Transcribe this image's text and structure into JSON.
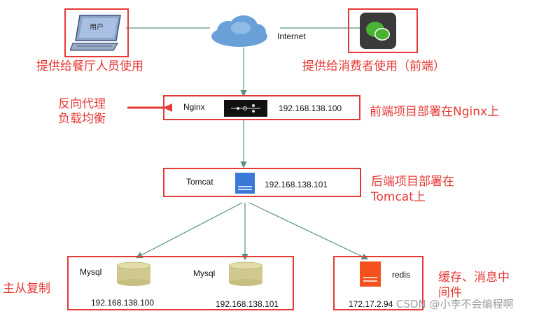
{
  "nodes": {
    "pc": {
      "screen_label": "用户",
      "caption": "提供给餐厅人员使用"
    },
    "internet": {
      "label": "Internet"
    },
    "wechat": {
      "caption": "提供给消费者使用（前端）"
    },
    "nginx": {
      "name": "Nginx",
      "ip": "192.168.138.100",
      "note": "前端项目部署在Nginx上",
      "side_note_line1": "反向代理",
      "side_note_line2": "负载均衡"
    },
    "tomcat": {
      "name": "Tomcat",
      "ip": "192.168.138.101",
      "note_line1": "后端项目部署在",
      "note_line2": "Tomcat上"
    },
    "mysql_master": {
      "name": "Mysql",
      "ip": "192.168.138.100"
    },
    "mysql_slave": {
      "name": "Mysql",
      "ip": "192.168.138.101"
    },
    "mysql_group_note": "主从复制",
    "redis": {
      "name": "redis",
      "ip": "172.17.2.94",
      "note_line1": "缓存、消息中",
      "note_line2": "间件"
    }
  },
  "watermark": "CSDN @小李不会编程啊",
  "colors": {
    "accent": "#e53935",
    "line": "#5a8f84",
    "db": "#cfc990",
    "server": "#3b78d8",
    "redis": "#f4511e"
  }
}
